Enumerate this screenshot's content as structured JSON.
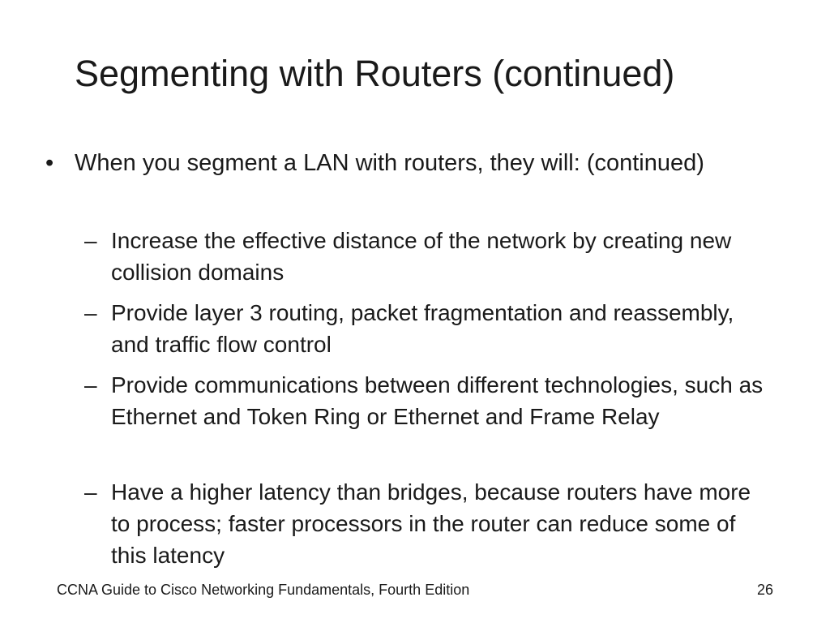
{
  "slide": {
    "title": "Segmenting with Routers (continued)",
    "bullets": [
      {
        "marker": "•",
        "text": "When you segment a LAN with routers, they will: (continued)",
        "subitems": [
          {
            "marker": "–",
            "text": "Increase the effective distance of the network by creating new collision domains"
          },
          {
            "marker": "–",
            "text": "Provide layer 3 routing, packet fragmentation and reassembly, and traffic flow control"
          },
          {
            "marker": "–",
            "text": "Provide communications between different technologies, such as Ethernet and Token Ring or Ethernet and Frame Relay"
          },
          {
            "marker": "–",
            "text": "Have a higher latency than bridges, because routers have more to process; faster processors in the router can reduce some of this latency"
          }
        ]
      }
    ],
    "footer": {
      "source": "CCNA Guide to Cisco Networking Fundamentals, Fourth Edition",
      "page_number": "26"
    }
  }
}
